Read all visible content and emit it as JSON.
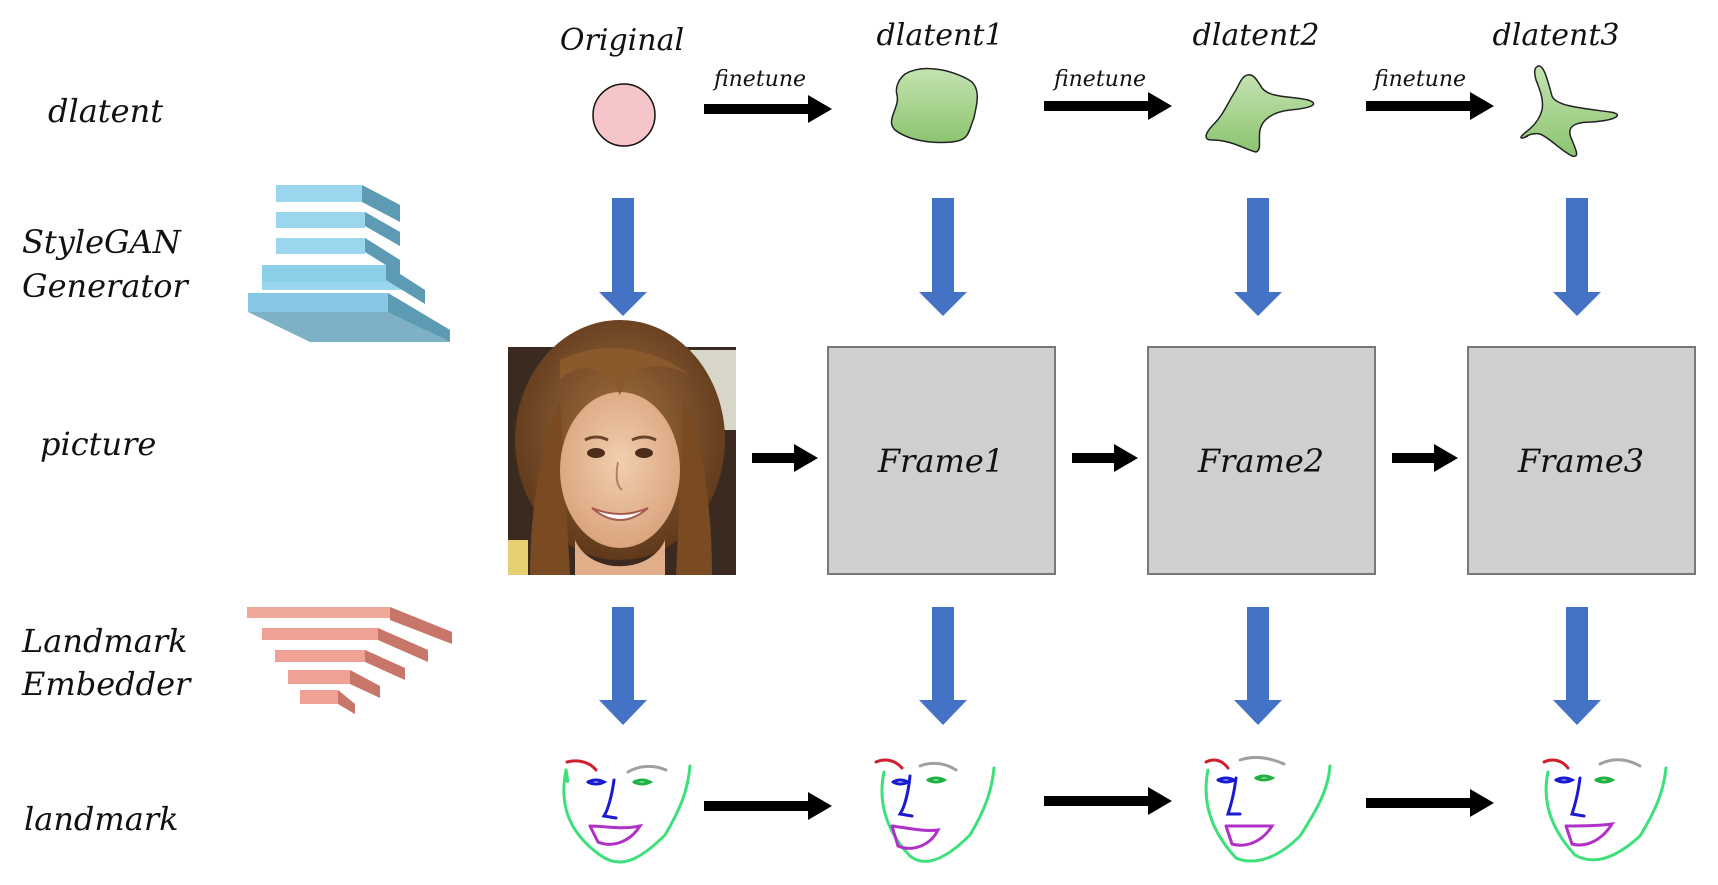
{
  "row_labels": {
    "dlatent": "dlatent",
    "generator_line1": "StyleGAN",
    "generator_line2": "Generator",
    "picture": "picture",
    "embedder_line1": "Landmark",
    "embedder_line2": "Embedder",
    "landmark": "landmark"
  },
  "columns": [
    {
      "top_label": "Original",
      "frame_label": ""
    },
    {
      "top_label": "dlatent1",
      "frame_label": "Frame1"
    },
    {
      "top_label": "dlatent2",
      "frame_label": "Frame2"
    },
    {
      "top_label": "dlatent3",
      "frame_label": "Frame3"
    }
  ],
  "finetune_labels": [
    "finetune",
    "finetune",
    "finetune"
  ],
  "colors": {
    "original_circle_fill": "#f6c5c9",
    "latent_shape_fill": "#9fce86",
    "down_arrow": "#4472c4",
    "frame_fill": "#d0cfd0",
    "generator_layer": "#86c8e4",
    "embedder_layer": "#e8978a",
    "jaw_line": "#3ee07a",
    "nose_line": "#1a1ad0",
    "mouth_line": "#b030c8",
    "right_brow": "#d02030",
    "left_brow": "#a0a0a0",
    "right_eye": "#1a1ad0",
    "left_eye": "#20b040"
  },
  "icons": {
    "generator": "stacked-layers-icon",
    "embedder": "inverted-pyramid-icon",
    "portrait": "face-photo-icon"
  }
}
